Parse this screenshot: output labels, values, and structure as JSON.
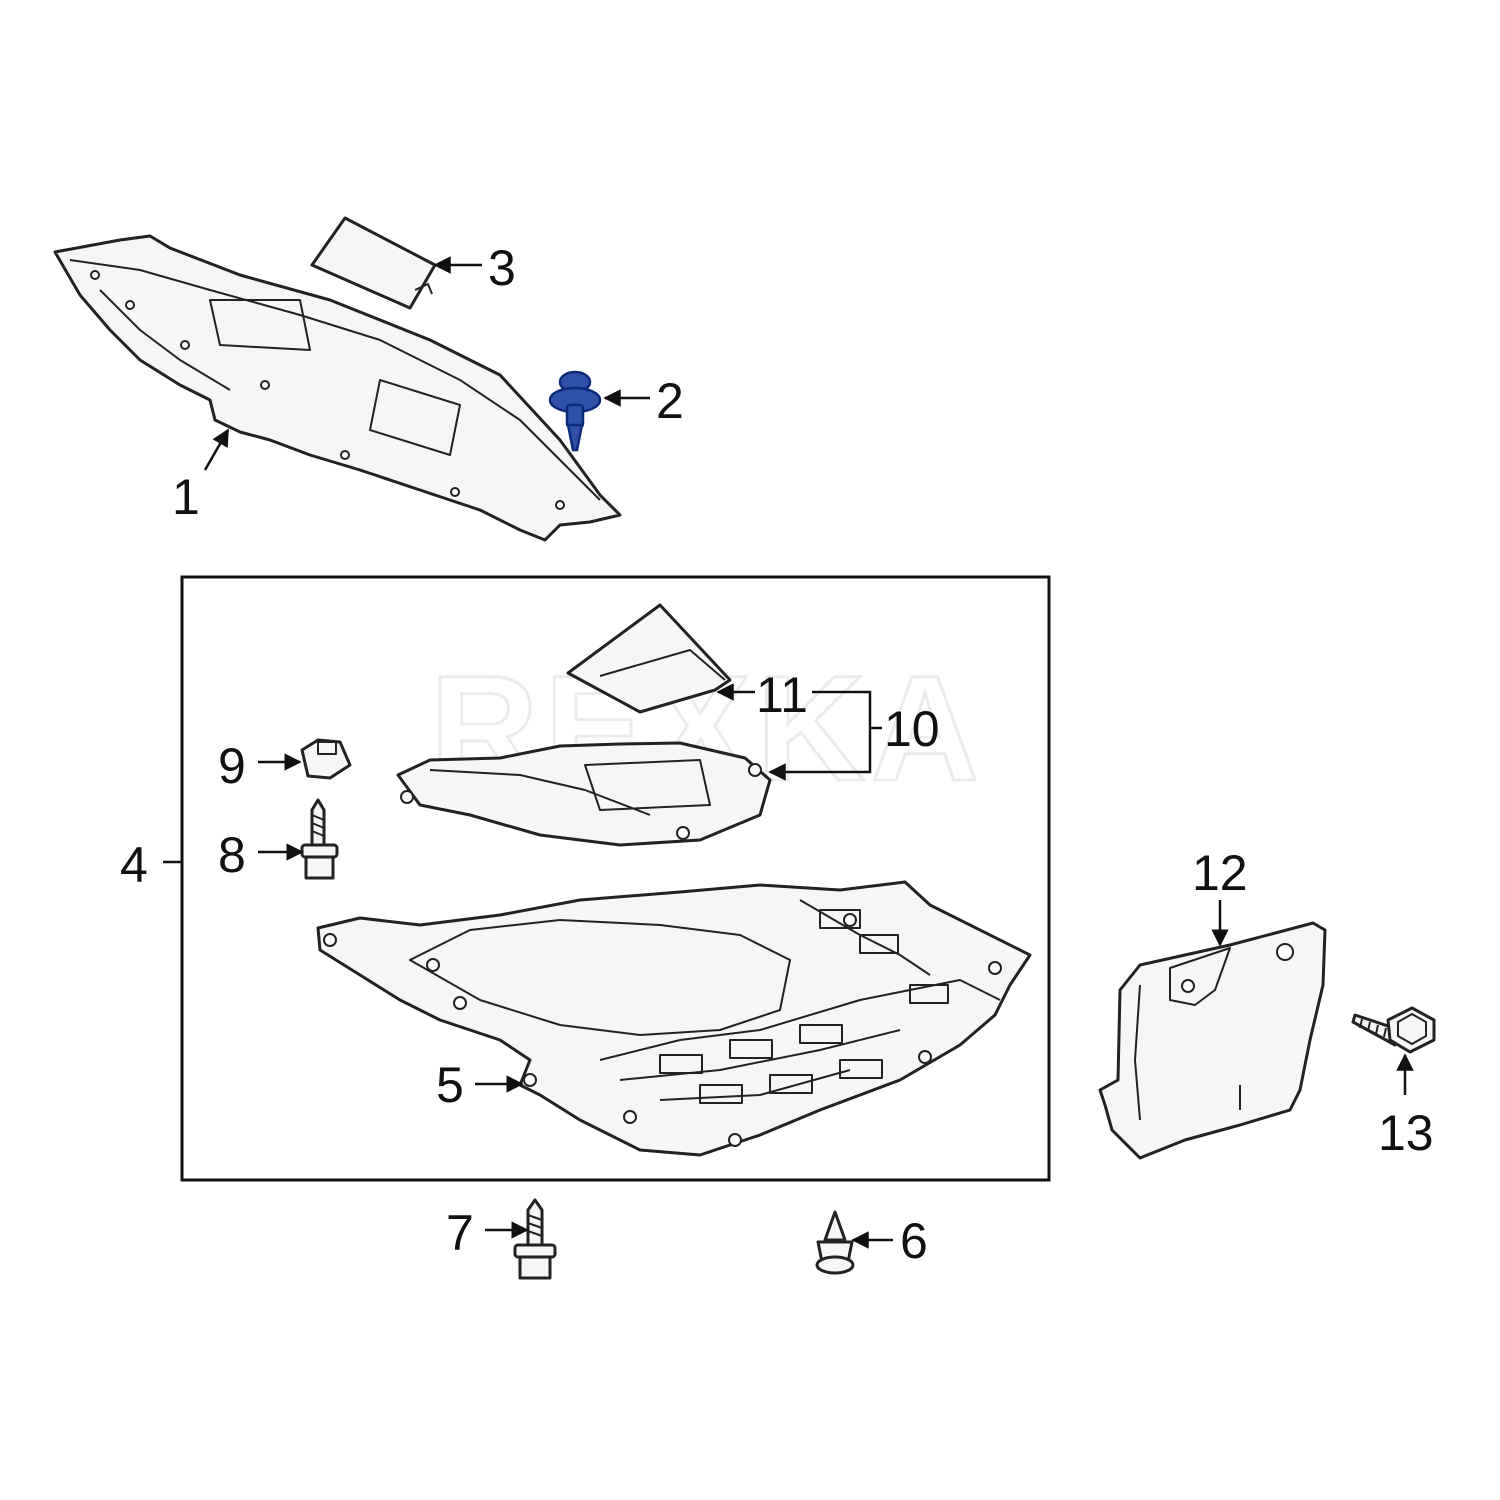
{
  "watermark": "REXKA",
  "highlight_color": "#2f4fa8",
  "group_box_label": "4",
  "callouts": [
    {
      "id": "1",
      "part": "front-upper-shield"
    },
    {
      "id": "2",
      "part": "push-clip"
    },
    {
      "id": "3",
      "part": "label-plate"
    },
    {
      "id": "4",
      "part": "splash-shield-assembly"
    },
    {
      "id": "5",
      "part": "lower-splash-shield"
    },
    {
      "id": "6",
      "part": "push-retainer"
    },
    {
      "id": "7",
      "part": "flange-bolt"
    },
    {
      "id": "8",
      "part": "flange-bolt"
    },
    {
      "id": "9",
      "part": "clip-nut"
    },
    {
      "id": "10",
      "part": "service-cover-assembly"
    },
    {
      "id": "11",
      "part": "service-cover-flap"
    },
    {
      "id": "12",
      "part": "side-splash-shield"
    },
    {
      "id": "13",
      "part": "flange-screw"
    }
  ]
}
